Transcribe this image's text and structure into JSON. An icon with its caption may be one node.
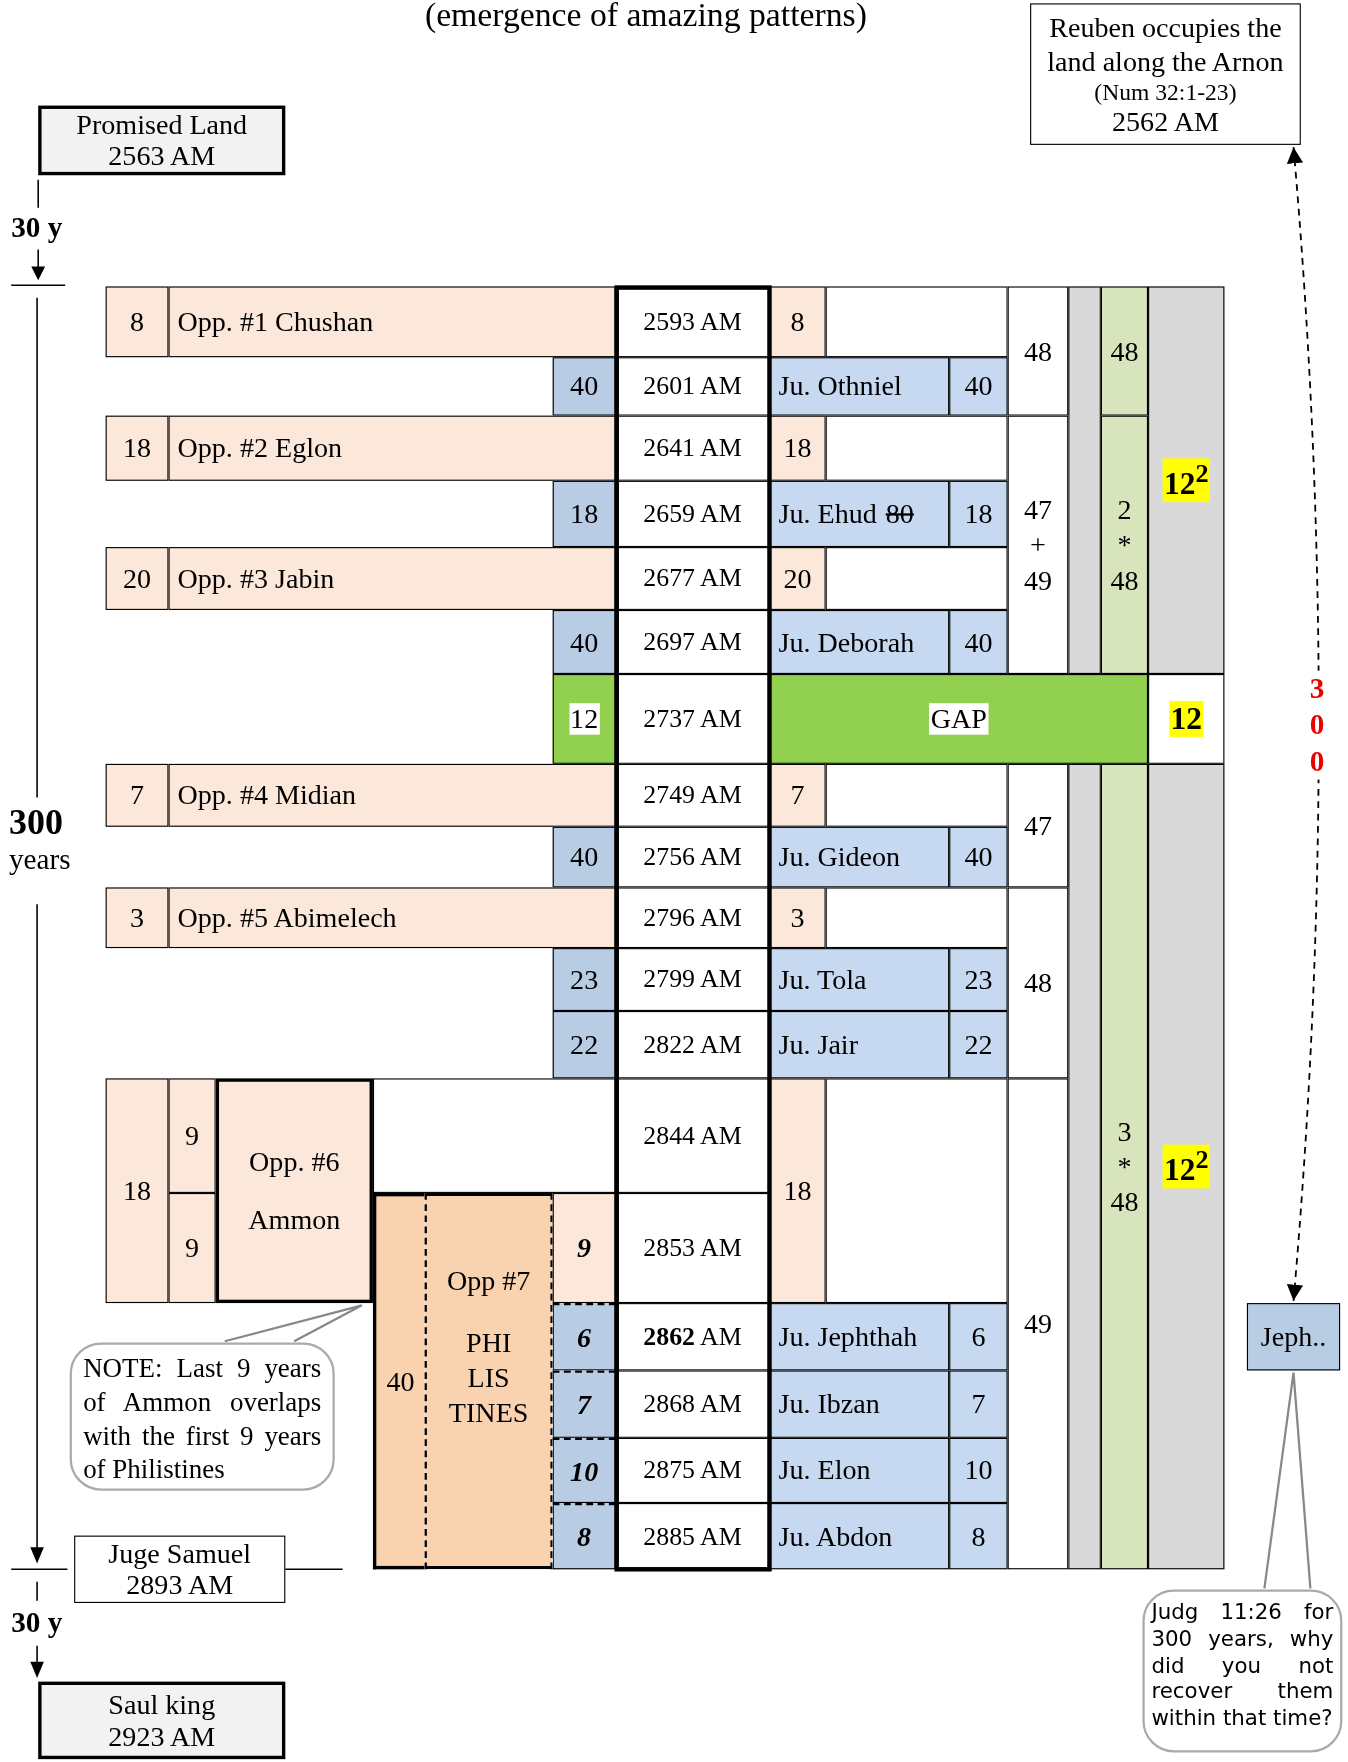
{
  "diagram": {
    "title": "(emergence of amazing patterns)",
    "nodes": [
      {
        "text": [
          "Promised Land",
          "2563 AM"
        ]
      },
      {
        "text": [
          "Reuben occupies the land along the Arnon",
          "(Num 32:1-23)",
          "2562 AM"
        ]
      },
      {
        "text": [
          "8"
        ]
      },
      {
        "text": [
          "Opp. #1 Chushan"
        ]
      },
      {
        "text": [
          "2593 AM"
        ]
      },
      {
        "text": [
          "8"
        ]
      },
      {
        "text": [],
        "shape": "box"
      },
      {
        "text": [
          "48"
        ]
      },
      {
        "text": [],
        "shape": "bar"
      },
      {
        "text": [
          "48"
        ]
      },
      {
        "text": [
          "12$^{2}$"
        ]
      },
      {
        "text": [
          "40"
        ]
      },
      {
        "text": [
          "2601 AM"
        ]
      },
      {
        "text": [
          "Ju. Othniel"
        ]
      },
      {
        "text": [
          "40"
        ]
      },
      {
        "text": [
          "18"
        ]
      },
      {
        "text": [
          "Opp. #2 Eglon"
        ]
      },
      {
        "text": [
          "2641 AM"
        ]
      },
      {
        "text": [
          "18"
        ]
      },
      {
        "text": [],
        "shape": "box"
      },
      {
        "text": [
          "47 + 49"
        ]
      },
      {
        "text": [
          "2 * 48"
        ]
      },
      {
        "text": [
          "18"
        ]
      },
      {
        "text": [
          "2659 AM"
        ]
      },
      {
        "text": [
          "Ju. Ehud",
          "80"
        ]
      },
      {
        "text": [
          "18"
        ]
      },
      {
        "text": [
          "20"
        ]
      },
      {
        "text": [
          "Opp. #3 Jabin"
        ]
      },
      {
        "text": [
          "2677 AM"
        ]
      },
      {
        "text": [
          "20"
        ]
      },
      {
        "text": [],
        "shape": "box"
      },
      {
        "text": [
          "40"
        ]
      },
      {
        "text": [
          "2697 AM"
        ]
      },
      {
        "text": [
          "Ju. Deborah"
        ]
      },
      {
        "text": [
          "40"
        ]
      },
      {
        "text": [
          "12"
        ]
      },
      {
        "text": [
          "2737 AM"
        ]
      },
      {
        "text": [
          "GAP"
        ]
      },
      {
        "text": [
          "12"
        ]
      },
      {
        "text": [
          "7"
        ]
      },
      {
        "text": [
          "Opp. #4 Midian"
        ]
      },
      {
        "text": [
          "2749 AM"
        ]
      },
      {
        "text": [
          "7"
        ]
      },
      {
        "text": [],
        "shape": "box"
      },
      {
        "text": [
          "47"
        ]
      },
      {
        "text": [],
        "shape": "bar"
      },
      {
        "text": [
          "3 * 48"
        ]
      },
      {
        "text": [
          "12$^{2}$"
        ]
      },
      {
        "text": [
          "40"
        ]
      },
      {
        "text": [
          "2756 AM"
        ]
      },
      {
        "text": [
          "Ju. Gideon"
        ]
      },
      {
        "text": [
          "40"
        ]
      },
      {
        "text": [
          "3"
        ]
      },
      {
        "text": [
          "Opp. #5 Abimelech"
        ]
      },
      {
        "text": [
          "2796 AM"
        ]
      },
      {
        "text": [
          "3"
        ]
      },
      {
        "text": [],
        "shape": "box"
      },
      {
        "text": [
          "48"
        ]
      },
      {
        "text": [
          "23"
        ]
      },
      {
        "text": [
          "2799 AM"
        ]
      },
      {
        "text": [
          "Ju. Tola"
        ]
      },
      {
        "text": [
          "23"
        ]
      },
      {
        "text": [
          "22"
        ]
      },
      {
        "text": [
          "2822 AM"
        ]
      },
      {
        "text": [
          "Ju. Jair"
        ]
      },
      {
        "text": [
          "22"
        ]
      },
      {
        "text": [
          "18"
        ]
      },
      {
        "text": [
          "9"
        ]
      },
      {
        "text": [
          "Opp. #6 Ammon"
        ]
      },
      {
        "text": [],
        "shape": "box"
      },
      {
        "text": [
          "2844 AM"
        ]
      },
      {
        "text": [
          "18"
        ]
      },
      {
        "text": [],
        "shape": "box"
      },
      {
        "text": [
          "49"
        ]
      },
      {
        "text": [
          "9"
        ]
      },
      {
        "text": [
          "40"
        ]
      },
      {
        "text": [
          "Opp #7",
          "PHI LIS TINES"
        ]
      },
      {
        "text": [
          "9"
        ]
      },
      {
        "text": [
          "2853 AM"
        ]
      },
      {
        "text": [
          "6"
        ]
      },
      {
        "text": [
          "**2862** AM"
        ]
      },
      {
        "text": [
          "Ju. Jephthah"
        ]
      },
      {
        "text": [
          "6"
        ]
      },
      {
        "text": [
          "7"
        ]
      },
      {
        "text": [
          "2868 AM"
        ]
      },
      {
        "text": [
          "Ju. Ibzan"
        ]
      },
      {
        "text": [
          "7"
        ]
      },
      {
        "text": [
          "10"
        ]
      },
      {
        "text": [
          "2875 AM"
        ]
      },
      {
        "text": [
          "Ju. Elon"
        ]
      },
      {
        "text": [
          "10"
        ]
      },
      {
        "text": [
          "8"
        ]
      },
      {
        "text": [
          "2885 AM"
        ]
      },
      {
        "text": [
          "Ju. Abdon"
        ]
      },
      {
        "text": [
          "8"
        ]
      },
      {
        "text": [
          "Jeph.."
        ]
      },
      {
        "text": [
          "NOTE: Last 9 years of Ammon overlaps with the first 9 years of Philistines"
        ]
      },
      {
        "text": [
          "Juge Samuel",
          "2893 AM"
        ]
      },
      {
        "text": [
          "Judg 11:26 for 300 years, why did you not recover them within that time?"
        ]
      },
      {
        "text": [
          "Saul king",
          "2923 AM"
        ]
      }
    ],
    "edges": [
      {
        "from": 1,
        "to": 95,
        "arrow": "both",
        "style": "dashed",
        "color": "#000000",
        "label": "300"
      },
      {
        "from": 96,
        "to": 68,
        "arrow": "none"
      },
      {
        "from": 98,
        "to": 95,
        "arrow": "none"
      }
    ],
    "labels": [
      "30 y",
      "**300** years",
      "30 y"
    ]
  }
}
